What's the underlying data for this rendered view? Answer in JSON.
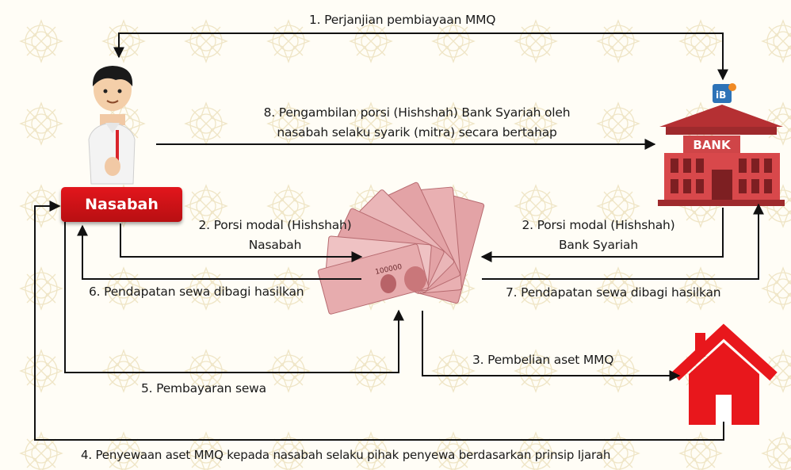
{
  "nasabah": {
    "label": "Nasabah"
  },
  "bank": {
    "sign": "BANK",
    "badge": "iB"
  },
  "money": {
    "note_value": "100000"
  },
  "flows": {
    "f1": "1. Perjanjian pembiayaan MMQ",
    "f8": [
      "8. Pengambilan porsi (Hishshah) Bank Syariah oleh",
      "nasabah selaku syarik (mitra) secara bertahap"
    ],
    "f2_nasabah": [
      "2. Porsi modal (Hishshah)",
      "Nasabah"
    ],
    "f2_bank": [
      "2. Porsi modal (Hishshah)",
      "Bank Syariah"
    ],
    "f6": "6. Pendapatan sewa dibagi hasilkan",
    "f7": "7. Pendapatan sewa  dibagi hasilkan",
    "f3": "3. Pembelian aset MMQ",
    "f5": "5. Pembayaran sewa",
    "f4": "4. Penyewaan aset MMQ kepada nasabah selaku pihak penyewa berdasarkan prinsip Ijarah"
  },
  "colors": {
    "brand_red": "#e2161c",
    "bank_red": "#c8383a",
    "house_red": "#e8171c",
    "arrow": "#111111"
  }
}
